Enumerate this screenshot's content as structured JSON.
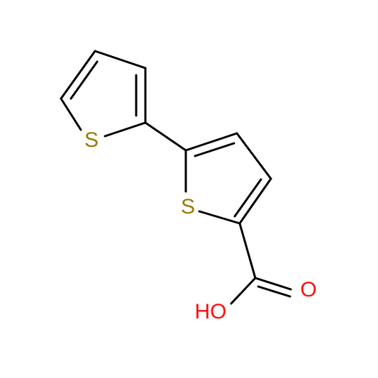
{
  "molecule": {
    "atoms": [
      {
        "symbol": "S",
        "color": "#9a7b00"
      },
      {
        "symbol": "S",
        "color": "#9a7b00"
      },
      {
        "symbol": "O",
        "color": "#ff0d0d"
      },
      {
        "symbol": "HO",
        "color": "#ff0d0d"
      }
    ]
  },
  "colors": {
    "bond": "#000000",
    "sulfur": "#9a7b00",
    "oxygen": "#ff0d0d",
    "background": "#ffffff"
  }
}
